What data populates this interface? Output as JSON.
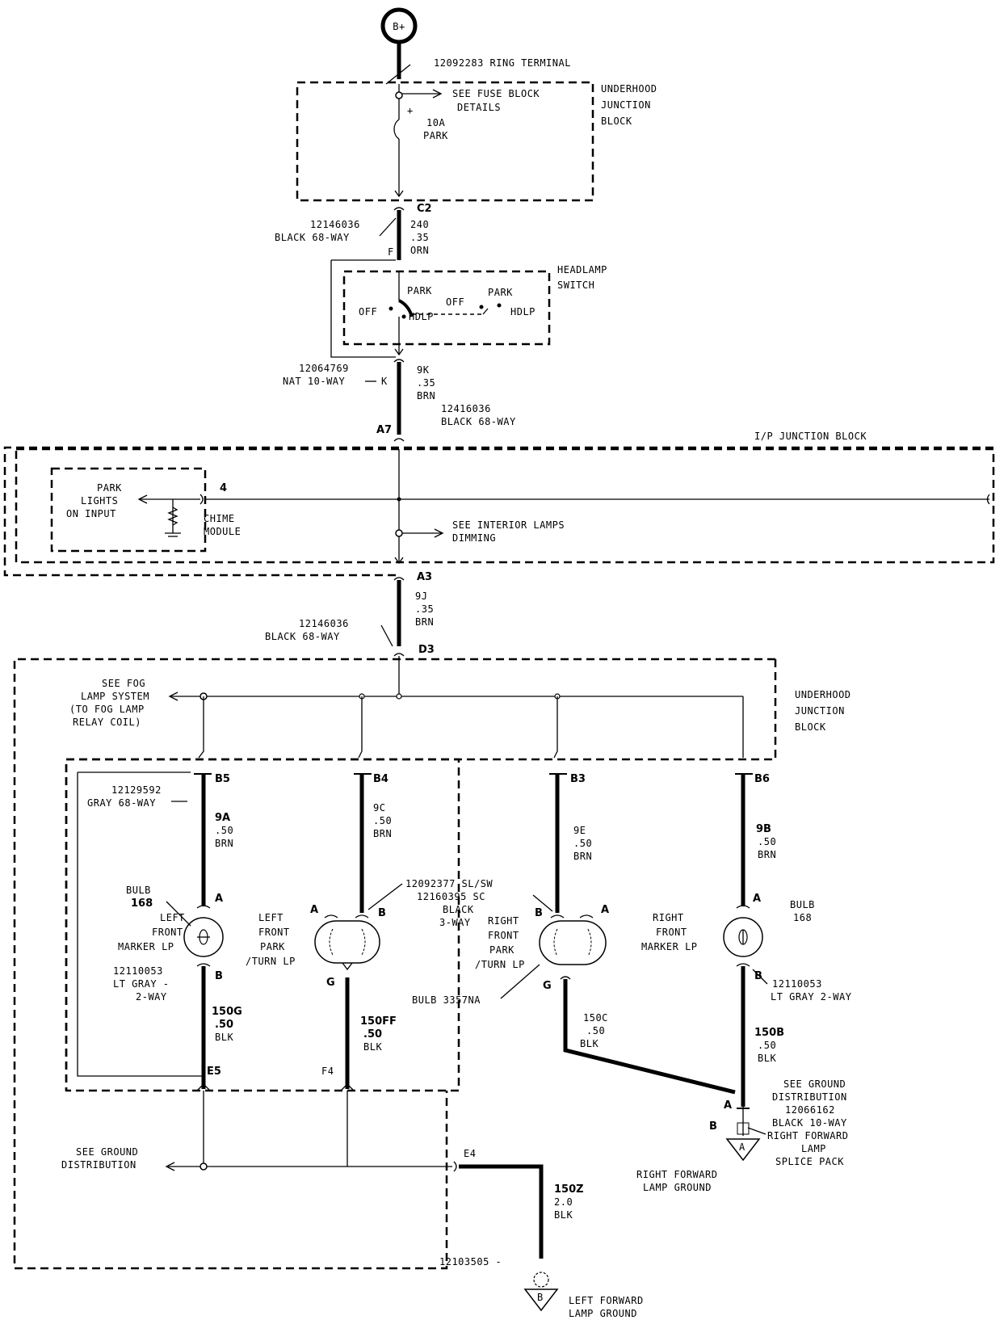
{
  "battery": "B+",
  "ring_terminal": "12092283  RING TERMINAL",
  "underhood_top": {
    "title": [
      "UNDERHOOD",
      "JUNCTION",
      "BLOCK"
    ],
    "fuse_details": [
      "SEE FUSE BLOCK",
      "DETAILS"
    ],
    "plus": "+",
    "fuse": [
      "10A",
      "PARK"
    ]
  },
  "conn_c2": {
    "pin": "C2",
    "part": [
      "12146036",
      "BLACK 68-WAY"
    ],
    "wire": [
      "240",
      ".35",
      "ORN"
    ]
  },
  "headlamp_switch": {
    "pin": "F",
    "title": [
      "HEADLAMP",
      "SWITCH"
    ],
    "left": {
      "park": "PARK",
      "off": "OFF",
      "hdlp": "HDLP"
    },
    "right": {
      "park": "PARK",
      "off": "OFF",
      "hdlp": "HDLP"
    }
  },
  "conn_k": {
    "pin": "K",
    "part": [
      "12064769",
      "NAT 10-WAY"
    ],
    "wire": [
      "9K",
      ".35",
      "BRN"
    ],
    "part2": [
      "12416036",
      "BLACK 68-WAY"
    ]
  },
  "ip_block": {
    "pin_top": "A7",
    "title": "I/P JUNCTION BLOCK",
    "chime_input": [
      "PARK",
      "LIGHTS",
      "ON INPUT"
    ],
    "chime_pin": "4",
    "chime_module": [
      "CHIME",
      "MODULE"
    ],
    "interior": [
      "SEE INTERIOR LAMPS",
      "DIMMING"
    ],
    "pin_bottom": "A3"
  },
  "conn_a3": {
    "wire": [
      "9J",
      ".35",
      "BRN"
    ],
    "part": [
      "12146036",
      "BLACK 68-WAY"
    ],
    "pin": "D3"
  },
  "underhood_lower": {
    "title": [
      "UNDERHOOD",
      "JUNCTION",
      "BLOCK"
    ],
    "fog": [
      "SEE FOG",
      "LAMP SYSTEM",
      "(TO FOG LAMP",
      "RELAY COIL)"
    ]
  },
  "gray_conn": [
    "12129592",
    "GRAY 68-WAY"
  ],
  "branches": [
    {
      "pin": "B5",
      "wire": [
        "9A",
        ".50",
        "BRN"
      ]
    },
    {
      "pin": "B4",
      "wire": [
        "9C",
        ".50",
        "BRN"
      ]
    },
    {
      "pin": "B3",
      "wire": [
        "9E",
        ".50",
        "BRN"
      ]
    },
    {
      "pin": "B6",
      "wire": [
        "9B",
        ".50",
        "BRN"
      ]
    }
  ],
  "lamps": {
    "lf_marker": {
      "bulb": [
        "BULB",
        "168"
      ],
      "name": [
        "LEFT",
        "FRONT",
        "MARKER LP"
      ],
      "conn": [
        "12110053",
        "LT GRAY -",
        "2-WAY"
      ],
      "pin_a": "A",
      "pin_b": "B"
    },
    "lf_park": {
      "name": [
        "LEFT",
        "FRONT",
        "PARK",
        "/TURN LP"
      ],
      "pin_a": "A",
      "pin_b": "B",
      "pin_g": "G"
    },
    "shared": {
      "conn": [
        "12092377 SL/SW",
        "12160395 SC",
        "BLACK",
        "3-WAY"
      ],
      "bulb": "BULB 3357NA"
    },
    "rf_park": {
      "name": [
        "RIGHT",
        "FRONT",
        "PARK",
        "/TURN LP"
      ],
      "pin_a": "A",
      "pin_b": "B",
      "pin_g": "G"
    },
    "rf_marker": {
      "bulb": [
        "BULB",
        "168"
      ],
      "name": [
        "RIGHT",
        "FRONT",
        "MARKER LP"
      ],
      "conn": [
        "12110053",
        "LT GRAY 2-WAY"
      ],
      "pin_a": "A",
      "pin_b": "B"
    }
  },
  "grounds": {
    "w150g": [
      "150G",
      ".50",
      "BLK"
    ],
    "w150ff": [
      "150FF",
      ".50",
      "BLK"
    ],
    "w150c": [
      "150C",
      ".50",
      "BLK"
    ],
    "w150b": [
      "150B",
      ".50",
      "BLK"
    ],
    "pin_e5": "E5",
    "pin_f4": "F4",
    "pin_e4": "E4",
    "see_ground": [
      "SEE GROUND",
      "DISTRIBUTION"
    ],
    "splice": {
      "pin_a": "A",
      "pin_b": "B",
      "text": [
        "SEE GROUND",
        "DISTRIBUTION",
        "12066162",
        "BLACK 10-WAY",
        "RIGHT FORWARD",
        "LAMP",
        "SPLICE PACK"
      ],
      "ground_label": "A"
    },
    "right_ground": [
      "RIGHT FORWARD",
      "LAMP GROUND"
    ],
    "w150z": [
      "150Z",
      "2.0",
      "BLK"
    ],
    "conn_150z": "12103505 -",
    "left_ground_label": "B",
    "left_ground": [
      "LEFT FORWARD",
      "LAMP GROUND"
    ]
  }
}
